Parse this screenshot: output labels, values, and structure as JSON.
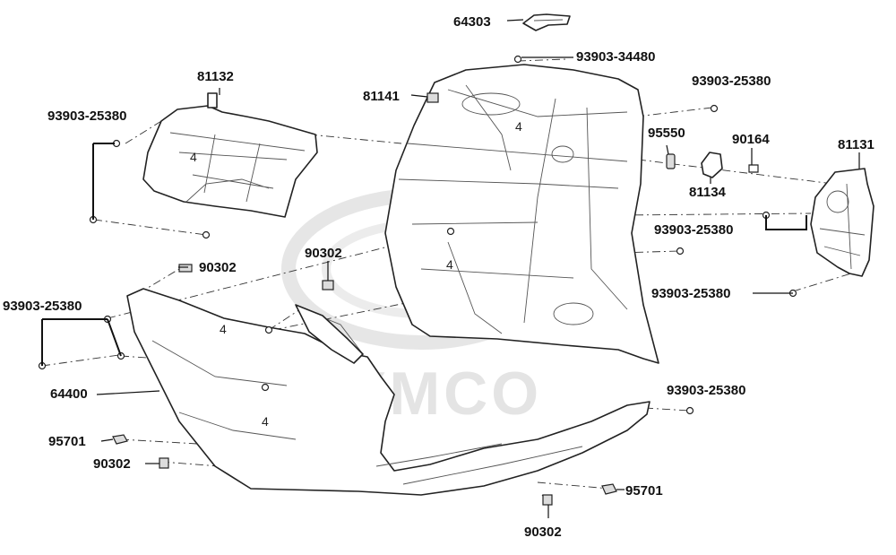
{
  "watermark": {
    "brand": "KYMCO"
  },
  "labels": {
    "p64303": "64303",
    "p93903_34480": "93903-34480",
    "p81132": "81132",
    "p93903_25380_top_right": "93903-25380",
    "p81141": "81141",
    "p93903_25380_top_left": "93903-25380",
    "p95550": "95550",
    "p90164": "90164",
    "p81131": "81131",
    "p81134": "81134",
    "p93903_25380_mid_right": "93903-25380",
    "p90302_center": "90302",
    "p90302_left": "90302",
    "p93903_25380_lower_right": "93903-25380",
    "p93903_25380_left": "93903-25380",
    "p64400": "64400",
    "p93903_25380_bottom_right": "93903-25380",
    "p95701_left": "95701",
    "p90302_lower_left": "90302",
    "p95701_right": "95701",
    "p90302_bottom": "90302"
  },
  "quantities": {
    "q_left_panel": "4",
    "q_inner_top": "4",
    "q_inner_mid": "4",
    "q_lower_upper": "4",
    "q_lower_lower": "4"
  }
}
